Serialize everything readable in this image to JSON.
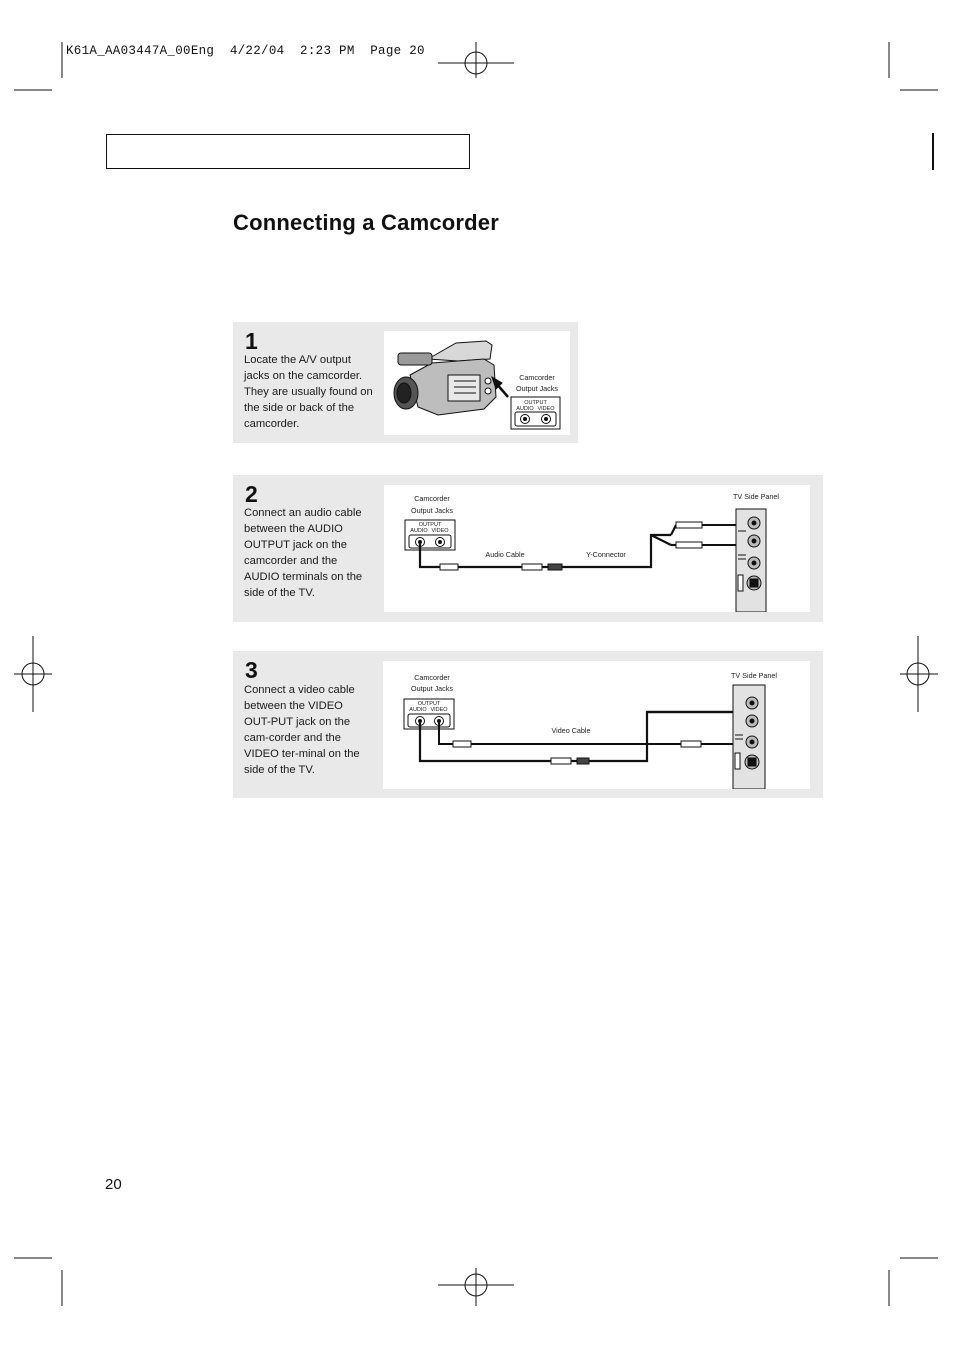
{
  "slug": "K61A_AA03447A_00Eng  4/22/04  2:23 PM  Page 20",
  "page_title": "Connecting a Camcorder",
  "steps": [
    {
      "number": "1",
      "text": "Locate the A/V output jacks on the camcorder. They are usually found on the side or back of the camcorder.",
      "labels": {
        "jacks_line1": "Camcorder",
        "jacks_line2": "Output Jacks"
      }
    },
    {
      "number": "2",
      "text": "Connect an audio cable between the AUDIO OUTPUT jack on the camcorder and the AUDIO  terminals on the side of the TV.",
      "labels": {
        "jacks_line1": "Camcorder",
        "jacks_line2": "Output Jacks",
        "cable": "Audio Cable",
        "connector": "Y-Connector",
        "tv_panel": "TV Side Panel"
      }
    },
    {
      "number": "3",
      "text": "Connect a video cable between the VIDEO OUT-PUT jack on the cam-corder and the VIDEO ter-minal on the side of the TV.",
      "labels": {
        "jacks_line1": "Camcorder",
        "jacks_line2": "Output Jacks",
        "cable": "Video Cable",
        "tv_panel": "TV Side Panel"
      }
    }
  ],
  "jack_panel": {
    "title": "OUTPUT",
    "audio": "AUDIO",
    "video": "VIDEO"
  },
  "page_number": "20"
}
